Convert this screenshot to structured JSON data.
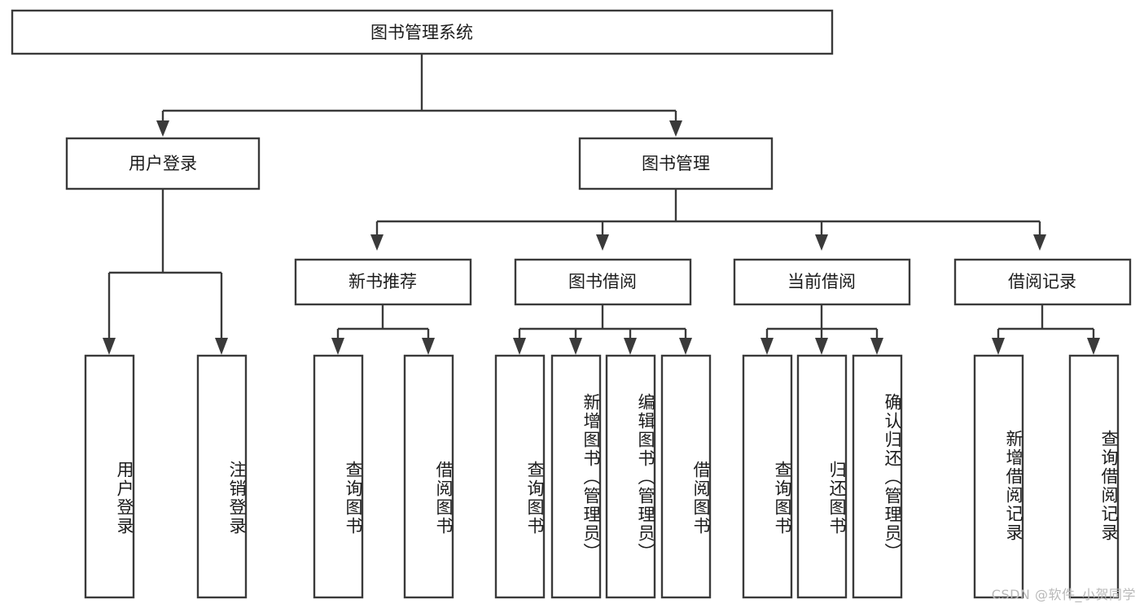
{
  "diagram": {
    "title_text": "图书管理系统",
    "watermark": "CSDN @软件_小贺同学",
    "colors": {
      "stroke": "#3a3a3a",
      "text": "#1b1b1b",
      "background": "#ffffff",
      "watermark": "#b9b9b9"
    },
    "root": {
      "label": "图书管理系统"
    },
    "level2": [
      {
        "label": "用户登录"
      },
      {
        "label": "图书管理"
      }
    ],
    "level3": [
      {
        "label": "新书推荐"
      },
      {
        "label": "图书借阅"
      },
      {
        "label": "当前借阅"
      },
      {
        "label": "借阅记录"
      }
    ],
    "leaves": {
      "user_login": [
        {
          "label": "用户登录"
        },
        {
          "label": "注销登录"
        }
      ],
      "new_book_recommend": [
        {
          "label": "查询图书"
        },
        {
          "label": "借阅图书"
        }
      ],
      "book_borrow": [
        {
          "label": "查询图书"
        },
        {
          "label": "新增图书（管理员）"
        },
        {
          "label": "编辑图书（管理员）"
        },
        {
          "label": "借阅图书"
        }
      ],
      "current_borrow": [
        {
          "label": "查询图书"
        },
        {
          "label": "归还图书"
        },
        {
          "label": "确认归还（管理员）"
        }
      ],
      "borrow_record": [
        {
          "label": "新增借阅记录"
        },
        {
          "label": "查询借阅记录"
        }
      ]
    }
  },
  "chart_data": {
    "type": "table",
    "title": "图书管理系统",
    "hierarchy": [
      {
        "level": 1,
        "label": "图书管理系统",
        "children": [
          {
            "level": 2,
            "label": "用户登录",
            "children": [
              {
                "level": 3,
                "label": "用户登录"
              },
              {
                "level": 3,
                "label": "注销登录"
              }
            ]
          },
          {
            "level": 2,
            "label": "图书管理",
            "children": [
              {
                "level": 3,
                "label": "新书推荐",
                "children": [
                  {
                    "level": 4,
                    "label": "查询图书"
                  },
                  {
                    "level": 4,
                    "label": "借阅图书"
                  }
                ]
              },
              {
                "level": 3,
                "label": "图书借阅",
                "children": [
                  {
                    "level": 4,
                    "label": "查询图书"
                  },
                  {
                    "level": 4,
                    "label": "新增图书（管理员）"
                  },
                  {
                    "level": 4,
                    "label": "编辑图书（管理员）"
                  },
                  {
                    "level": 4,
                    "label": "借阅图书"
                  }
                ]
              },
              {
                "level": 3,
                "label": "当前借阅",
                "children": [
                  {
                    "level": 4,
                    "label": "查询图书"
                  },
                  {
                    "level": 4,
                    "label": "归还图书"
                  },
                  {
                    "level": 4,
                    "label": "确认归还（管理员）"
                  }
                ]
              },
              {
                "level": 3,
                "label": "借阅记录",
                "children": [
                  {
                    "level": 4,
                    "label": "新增借阅记录"
                  },
                  {
                    "level": 4,
                    "label": "查询借阅记录"
                  }
                ]
              }
            ]
          }
        ]
      }
    ]
  }
}
